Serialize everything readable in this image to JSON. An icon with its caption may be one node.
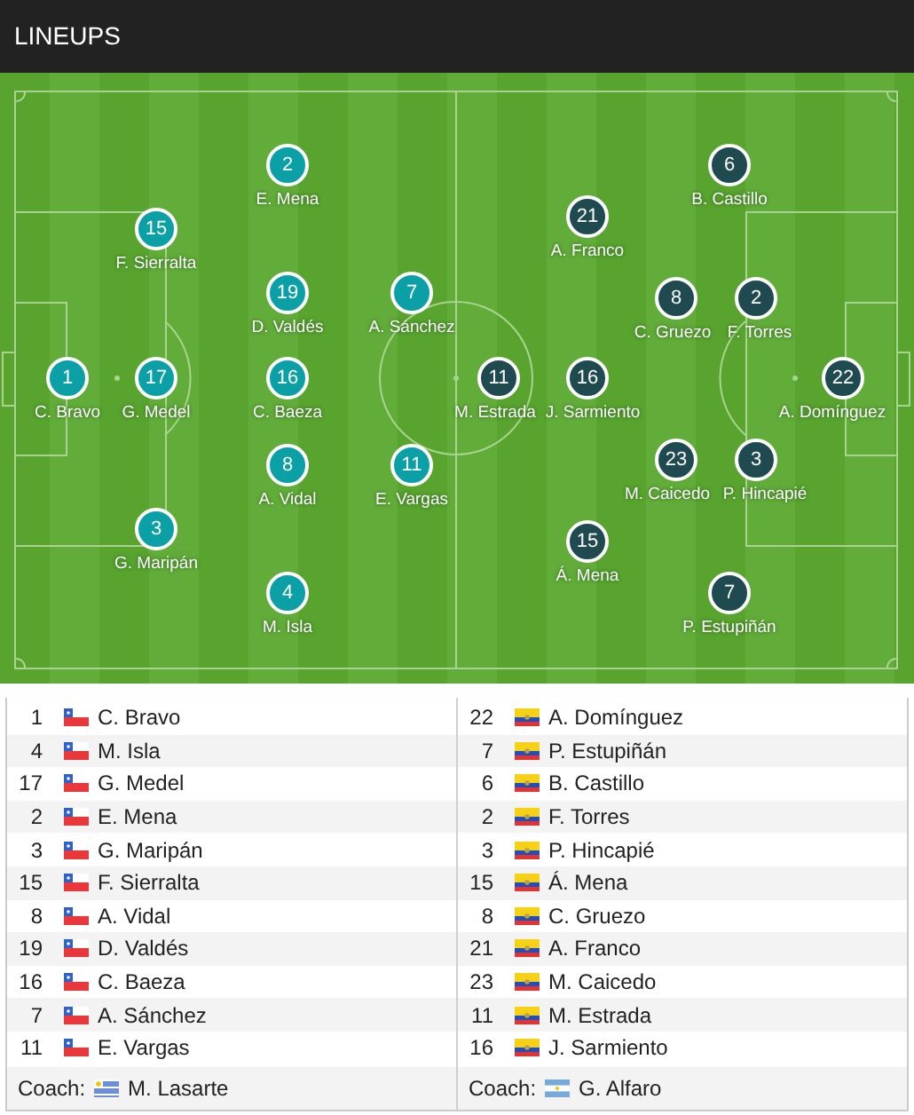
{
  "diagram": {
    "title": "LINEUPS",
    "nodes": [
      {
        "text": [
          "1",
          "C. Bravo"
        ]
      },
      {
        "text": [
          "15",
          "F. Sierralta"
        ]
      },
      {
        "text": [
          "17",
          "G. Medel"
        ]
      },
      {
        "text": [
          "3",
          "G. Maripán"
        ]
      },
      {
        "text": [
          "2",
          "E. Mena"
        ]
      },
      {
        "text": [
          "19",
          "D. Valdés"
        ]
      },
      {
        "text": [
          "16",
          "C. Baeza"
        ]
      },
      {
        "text": [
          "8",
          "A. Vidal"
        ]
      },
      {
        "text": [
          "4",
          "M. Isla"
        ]
      },
      {
        "text": [
          "7",
          "A. Sánchez"
        ]
      },
      {
        "text": [
          "11",
          "E. Vargas"
        ]
      },
      {
        "text": [
          "11",
          "M. Estrada"
        ]
      },
      {
        "text": [
          "21",
          "A. Franco"
        ]
      },
      {
        "text": [
          "16",
          "J. Sarmiento"
        ]
      },
      {
        "text": [
          "15",
          "Á. Mena"
        ]
      },
      {
        "text": [
          "8",
          "C. Gruezo"
        ]
      },
      {
        "text": [
          "23",
          "M. Caicedo"
        ]
      },
      {
        "text": [
          "6",
          "B. Castillo"
        ]
      },
      {
        "text": [
          "7",
          "P. Estupiñán"
        ]
      },
      {
        "text": [
          "2",
          "F. Torres"
        ]
      },
      {
        "text": [
          "3",
          "P. Hincapié"
        ]
      },
      {
        "text": [
          "22",
          "A. Domínguez"
        ]
      }
    ],
    "labels": [
      "1",
      "C. Bravo",
      "22",
      "A. Domínguez",
      "4",
      "M. Isla",
      "7",
      "P. Estupiñán",
      "17",
      "G. Medel",
      "6",
      "B. Castillo",
      "2",
      "E. Mena",
      "2",
      "F. Torres",
      "3",
      "G. Maripán",
      "3",
      "P. Hincapié",
      "15",
      "F. Sierralta",
      "15",
      "Á. Mena",
      "8",
      "A. Vidal",
      "8",
      "C. Gruezo",
      "19",
      "D. Valdés",
      "21",
      "A. Franco",
      "16",
      "C. Baeza",
      "23",
      "M. Caicedo",
      "7",
      "A. Sánchez",
      "11",
      "M. Estrada",
      "11",
      "E. Vargas",
      "16",
      "J. Sarmiento",
      "Coach:",
      "M. Lasarte",
      "Coach:",
      "G. Alfaro"
    ]
  }
}
